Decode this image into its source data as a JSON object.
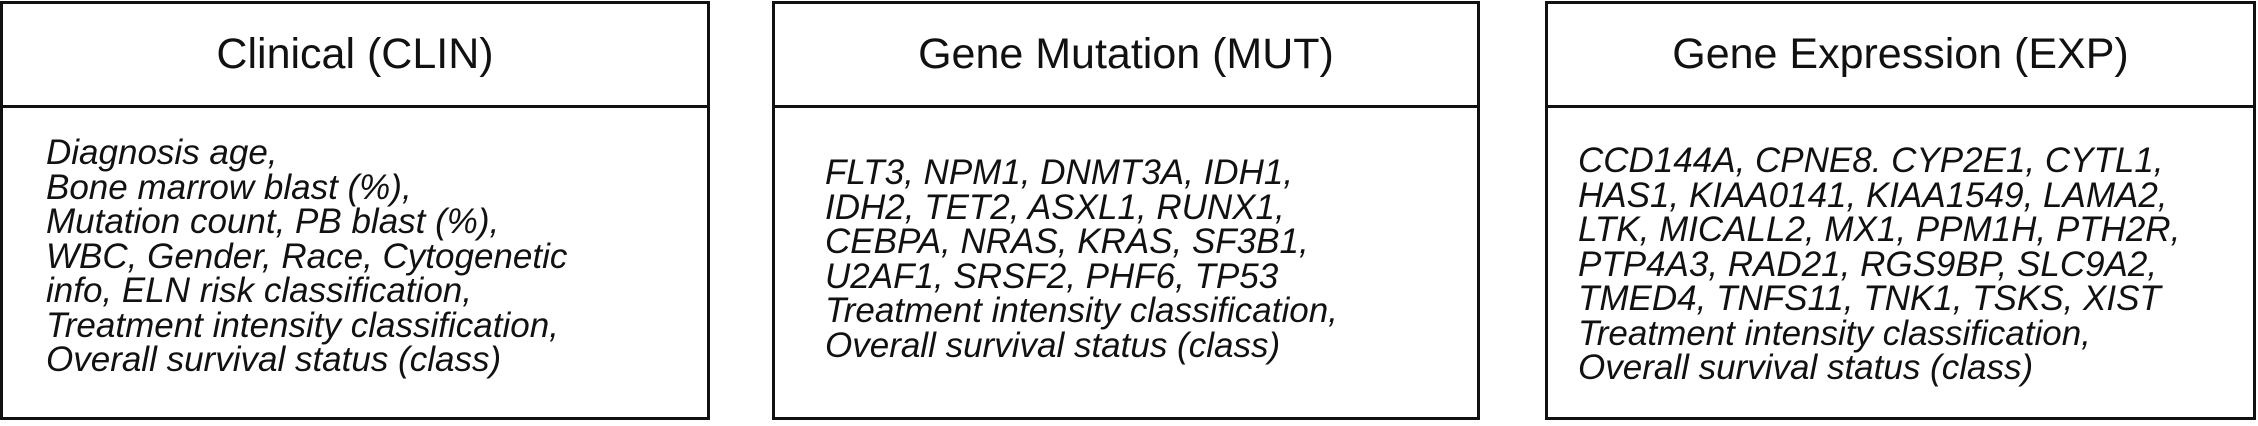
{
  "panels": [
    {
      "title": "Clinical (CLIN)",
      "lines": [
        "Diagnosis age,",
        "Bone marrow blast (%),",
        "Mutation count, PB blast (%),",
        "WBC, Gender, Race, Cytogenetic",
        "info, ELN risk classification,",
        "Treatment intensity classification,",
        "Overall survival status (class)"
      ]
    },
    {
      "title": "Gene Mutation (MUT)",
      "lines": [
        "FLT3, NPM1, DNMT3A, IDH1,",
        "IDH2, TET2, ASXL1, RUNX1,",
        "CEBPA, NRAS, KRAS, SF3B1,",
        "U2AF1, SRSF2, PHF6, TP53",
        "Treatment intensity classification,",
        "Overall survival status (class)"
      ]
    },
    {
      "title": "Gene Expression (EXP)",
      "lines": [
        "CCD144A, CPNE8. CYP2E1, CYTL1,",
        "HAS1, KIAA0141, KIAA1549, LAMA2,",
        "LTK, MICALL2, MX1, PPM1H, PTH2R,",
        "PTP4A3, RAD21, RGS9BP, SLC9A2,",
        "TMED4, TNFS11, TNK1, TSKS, XIST",
        "Treatment intensity classification,",
        "Overall survival status (class)"
      ]
    }
  ]
}
